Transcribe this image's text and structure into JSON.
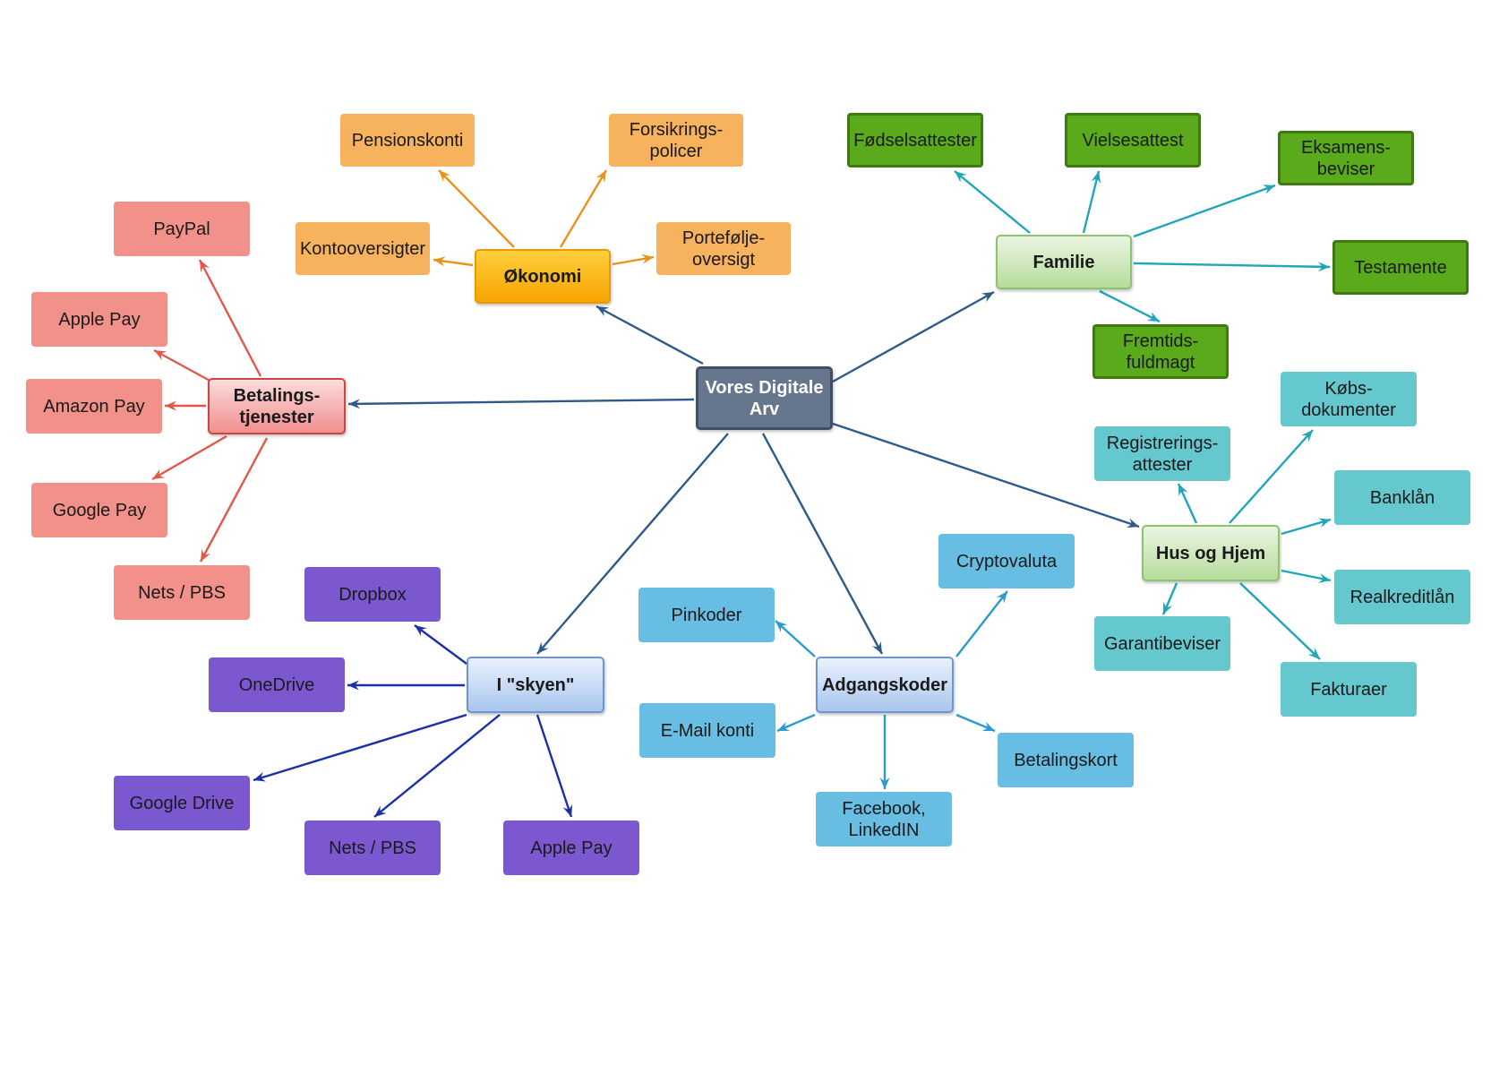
{
  "diagram": {
    "center": {
      "label": "Vores Digitale\nArv"
    },
    "branches": [
      {
        "id": "okonomi",
        "label": "Økonomi",
        "children": [
          "Pensionskonti",
          "Forsikrings-\npolicer",
          "Kontooversigter",
          "Portefølje-\noversigt"
        ]
      },
      {
        "id": "familie",
        "label": "Familie",
        "children": [
          "Fødselsattester",
          "Vielsesattest",
          "Eksamens-\nbeviser",
          "Testamente",
          "Fremtids-\nfuldmagt"
        ]
      },
      {
        "id": "betalingstjenester",
        "label": "Betalings-\ntjenester",
        "children": [
          "PayPal",
          "Apple Pay",
          "Amazon Pay",
          "Google Pay",
          "Nets / PBS"
        ]
      },
      {
        "id": "hus_og_hjem",
        "label": "Hus og Hjem",
        "children": [
          "Købs-\ndokumenter",
          "Registrerings-\nattester",
          "Banklån",
          "Realkreditlån",
          "Garantibeviser",
          "Fakturaer"
        ]
      },
      {
        "id": "i_skyen",
        "label": "I \"skyen\"",
        "children": [
          "Dropbox",
          "OneDrive",
          "Google Drive",
          "Nets / PBS",
          "Apple Pay"
        ]
      },
      {
        "id": "adgangskoder",
        "label": "Adgangskoder",
        "children": [
          "Cryptovaluta",
          "Pinkoder",
          "E-Mail konti",
          "Betalingskort",
          "Facebook,\nLinkedIN"
        ]
      }
    ]
  },
  "colors": {
    "center": "#66768c",
    "center_edge": "#2e5a88",
    "okonomi": "#f7a400",
    "okonomi_edge": "#e8921a",
    "familie": "#5aaa1b",
    "familie_edge": "#1fa6b8",
    "betalingstjenester": "#f19189",
    "betalingstjenester_edge": "#e0584a",
    "hus_og_hjem": "#65c8cf",
    "hus_og_hjem_edge": "#1fa6b8",
    "i_skyen": "#7c58d0",
    "i_skyen_edge": "#1b2fa8",
    "adgangskoder": "#68bde3",
    "adgangskoder_edge": "#2a9ad0"
  }
}
